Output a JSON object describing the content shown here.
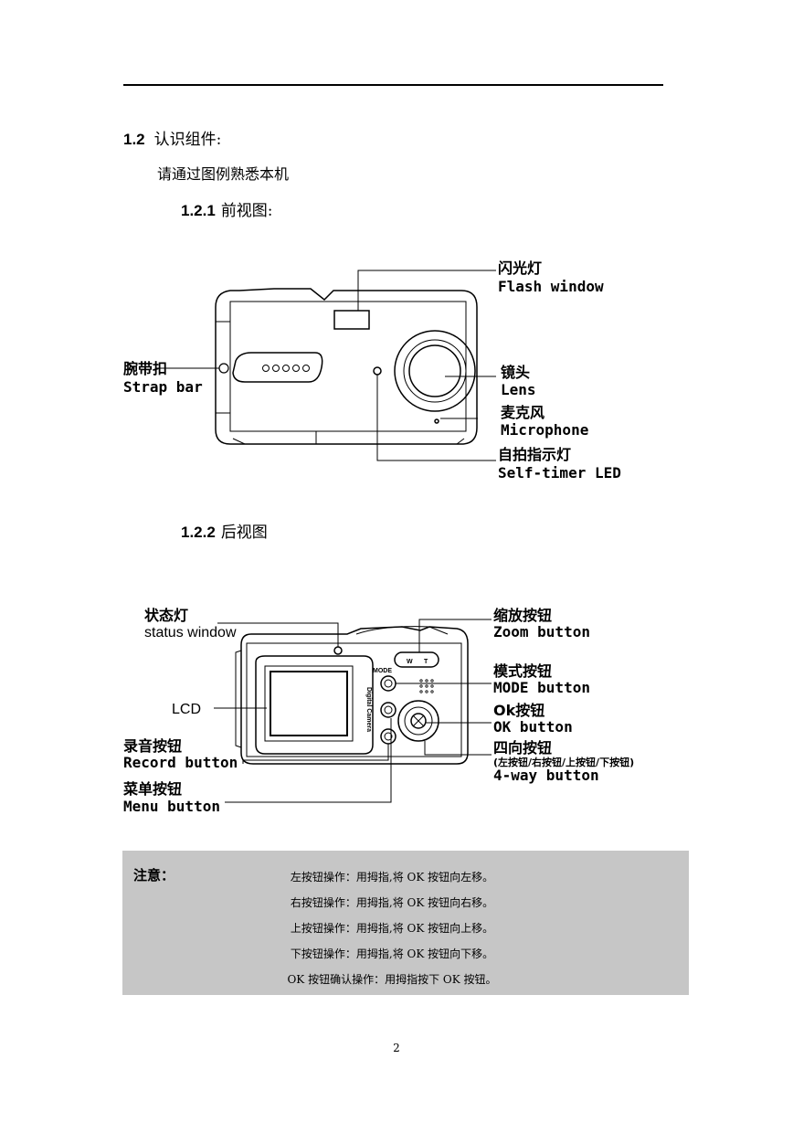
{
  "section": {
    "number": "1.2",
    "title": "认识组件:"
  },
  "intro": "请通过图例熟悉本机",
  "front": {
    "number": "1.2.1",
    "title": "前视图:",
    "labels": {
      "flash_cn": "闪光灯",
      "flash_en": "Flash window",
      "lens_cn": "镜头",
      "lens_en": "Lens",
      "mic_cn": "麦克风",
      "mic_en": "Microphone",
      "led_cn": "自拍指示灯",
      "led_en": "Self-timer LED",
      "strap_cn": "腕带扣",
      "strap_en": "Strap bar"
    }
  },
  "back": {
    "number": "1.2.2",
    "title": "后视图",
    "labels": {
      "status_cn": "状态灯",
      "status_en": "status window",
      "lcd": "LCD",
      "record_cn": "录音按钮",
      "record_en": "Record button",
      "menu_cn": "菜单按钮",
      "menu_en": "Menu button",
      "zoom_cn": "缩放按钮",
      "zoom_en": "Zoom button",
      "mode_cn": "模式按钮",
      "mode_en": "MODE button",
      "ok_cn": "Ok按钮",
      "ok_en": "OK button",
      "fourway_cn": "四向按钮",
      "fourway_sub": "(左按钮/右按钮/上按钮/下按钮)",
      "fourway_en": "4-way button",
      "body_text": "Digital Camera",
      "mode_tiny": "MODE",
      "zoom_w": "W",
      "zoom_t": "T"
    }
  },
  "note": {
    "title": "注意：",
    "lines": [
      "左按钮操作：用拇指,将 OK 按钮向左移。",
      "右按钮操作：用拇指,将 OK 按钮向右移。",
      "上按钮操作：用拇指,将 OK 按钮向上移。",
      "下按钮操作：用拇指,将 OK 按钮向下移。",
      "OK 按钮确认操作：用拇指按下 OK 按钮。"
    ]
  },
  "page_number": "2"
}
